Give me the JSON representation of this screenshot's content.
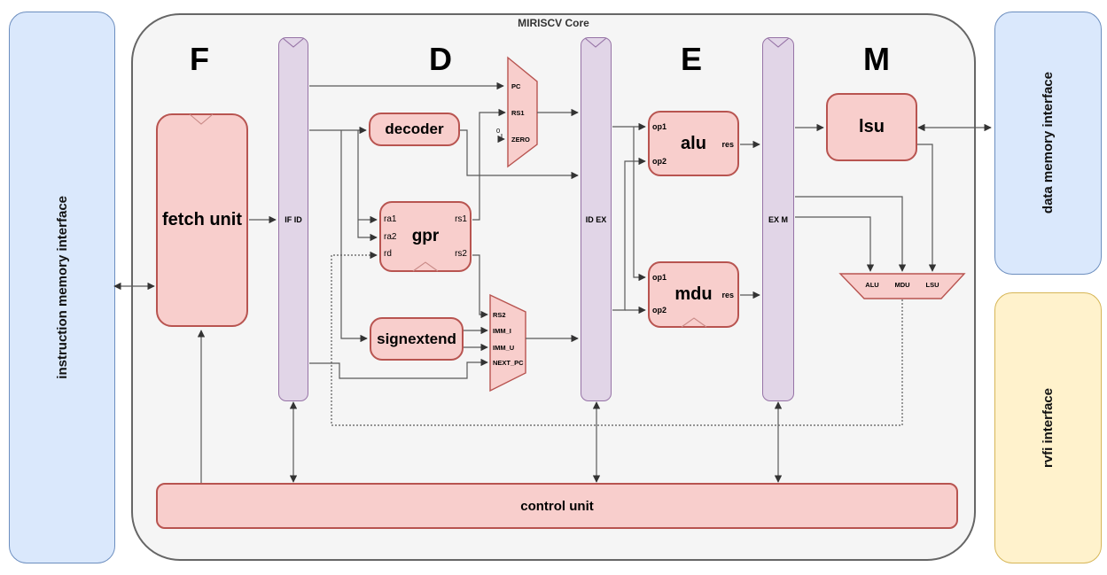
{
  "title": "MIRISCV Core",
  "interfaces": {
    "instruction_memory": {
      "label": "instruction memory interface"
    },
    "data_memory": {
      "label": "data memory interface"
    },
    "rvfi": {
      "label": "rvfi interface"
    }
  },
  "stages": {
    "f": "F",
    "d": "D",
    "e": "E",
    "m": "M"
  },
  "pipeline_registers": {
    "if_id": "IF ID",
    "id_ex": "ID EX",
    "ex_m": "EX M"
  },
  "blocks": {
    "fetch_unit": {
      "label": "fetch unit"
    },
    "decoder": {
      "label": "decoder"
    },
    "gpr": {
      "label": "gpr",
      "ports": {
        "ra1": "ra1",
        "ra2": "ra2",
        "rd": "rd",
        "rs1": "rs1",
        "rs2": "rs2"
      }
    },
    "signextend": {
      "label": "signextend"
    },
    "alu": {
      "label": "alu",
      "ports": {
        "op1": "op1",
        "op2": "op2",
        "res": "res"
      }
    },
    "mdu": {
      "label": "mdu",
      "ports": {
        "op1": "op1",
        "op2": "op2",
        "res": "res"
      }
    },
    "lsu": {
      "label": "lsu"
    },
    "control_unit": {
      "label": "control unit"
    }
  },
  "muxes": {
    "pc_mux": {
      "inputs": [
        "PC",
        "RS1",
        "ZERO"
      ],
      "zero_const": "0"
    },
    "op2_mux": {
      "inputs": [
        "RS2",
        "IMM_I",
        "IMM_U",
        "NEXT_PC"
      ]
    },
    "wb_mux": {
      "inputs": [
        "ALU",
        "MDU",
        "LSU"
      ]
    }
  },
  "colors": {
    "block_fill": "#F8CECC",
    "block_stroke": "#B85450",
    "register_fill": "#E1D5E7",
    "register_stroke": "#9673A6",
    "memory_fill": "#DAE8FC",
    "memory_stroke": "#6C8EBF",
    "rvfi_fill": "#FFF2CC",
    "rvfi_stroke": "#D6B656",
    "core_fill": "#F5F5F5",
    "core_stroke": "#666666",
    "wire": "#595959"
  }
}
